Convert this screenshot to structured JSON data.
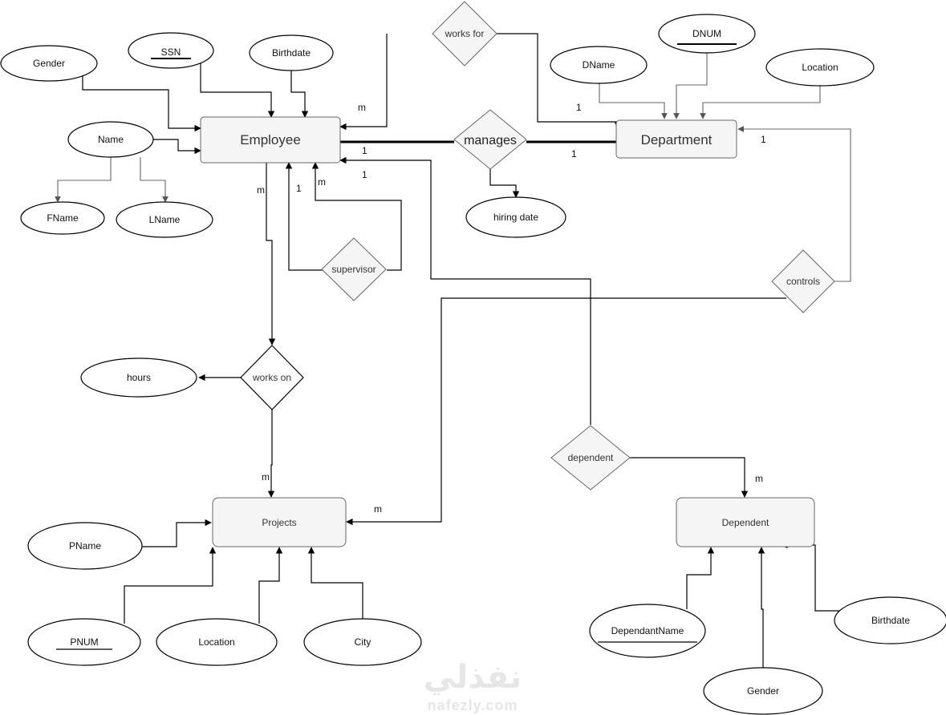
{
  "entities": {
    "employee": "Employee",
    "department": "Department",
    "projects": "Projects",
    "dependent": "Dependent"
  },
  "attributes": {
    "gender": "Gender",
    "ssn": "SSN",
    "birthdate": "Birthdate",
    "name": "Name",
    "fname": "FName",
    "lname": "LName",
    "dname": "DName",
    "dnum": "DNUM",
    "dept_location": "Location",
    "hiring_date": "hiring date",
    "hours": "hours",
    "pname": "PName",
    "pnum": "PNUM",
    "proj_location": "Location",
    "city": "City",
    "dependant_name": "DependantName",
    "dep_gender": "Gender",
    "dep_birthdate": "Birthdate"
  },
  "relationships": {
    "works_for": "works for",
    "manages": "manages",
    "supervisor": "supervisor",
    "controls": "controls",
    "works_on": "works on",
    "dependent": "dependent"
  },
  "cardinalities": {
    "works_for_emp": "m",
    "works_for_dept": "1",
    "manages_emp": "1",
    "manages_dept": "1",
    "supervisor_one": "1",
    "supervisor_many": "m",
    "dependent_emp": "1",
    "controls_dept": "1",
    "controls_proj": "m",
    "works_on_emp": "m",
    "works_on_proj": "m",
    "dependent_dep": "m"
  },
  "watermark": {
    "arabic": "نفذلي",
    "latin": "nafezly.com"
  }
}
